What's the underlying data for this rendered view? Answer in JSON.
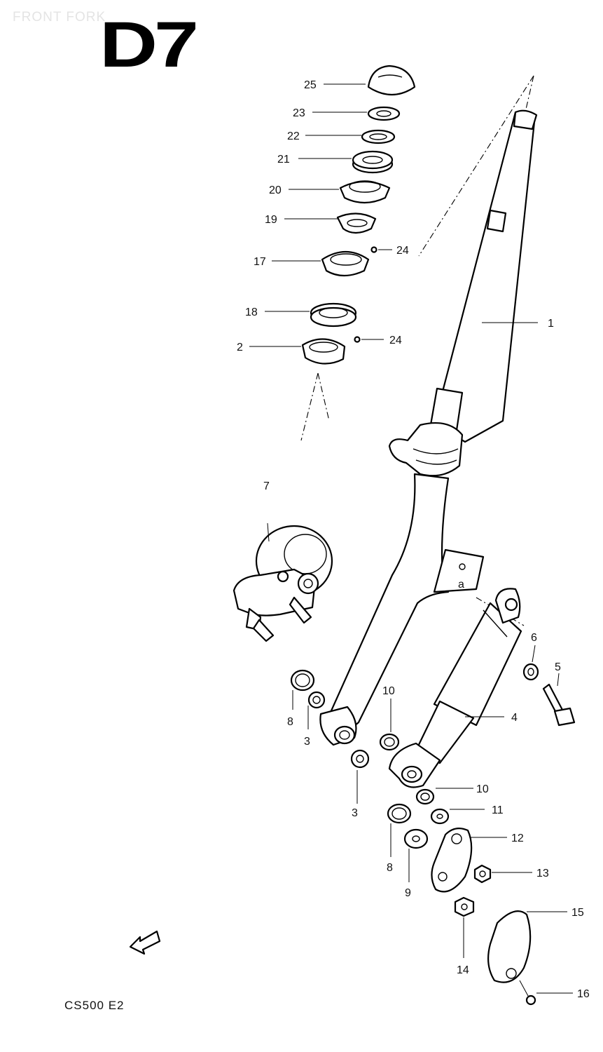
{
  "header": {
    "caption": "FRONT FORK",
    "section_code": "D7",
    "model_label": "CS500 E2"
  },
  "callouts": [
    {
      "id": "25",
      "label": "25"
    },
    {
      "id": "23",
      "label": "23"
    },
    {
      "id": "22",
      "label": "22"
    },
    {
      "id": "21",
      "label": "21"
    },
    {
      "id": "20",
      "label": "20"
    },
    {
      "id": "19",
      "label": "19"
    },
    {
      "id": "24a",
      "label": "24"
    },
    {
      "id": "17",
      "label": "17"
    },
    {
      "id": "18",
      "label": "18"
    },
    {
      "id": "2",
      "label": "2"
    },
    {
      "id": "24b",
      "label": "24"
    },
    {
      "id": "1",
      "label": "1"
    },
    {
      "id": "7",
      "label": "7"
    },
    {
      "id": "a",
      "label": "a"
    },
    {
      "id": "6",
      "label": "6"
    },
    {
      "id": "5",
      "label": "5"
    },
    {
      "id": "10a",
      "label": "10"
    },
    {
      "id": "8a",
      "label": "8"
    },
    {
      "id": "3a",
      "label": "3"
    },
    {
      "id": "4",
      "label": "4"
    },
    {
      "id": "3b",
      "label": "3"
    },
    {
      "id": "10b",
      "label": "10"
    },
    {
      "id": "11",
      "label": "11"
    },
    {
      "id": "12",
      "label": "12"
    },
    {
      "id": "8b",
      "label": "8"
    },
    {
      "id": "9",
      "label": "9"
    },
    {
      "id": "13",
      "label": "13"
    },
    {
      "id": "15",
      "label": "15"
    },
    {
      "id": "14",
      "label": "14"
    },
    {
      "id": "16",
      "label": "16"
    }
  ]
}
